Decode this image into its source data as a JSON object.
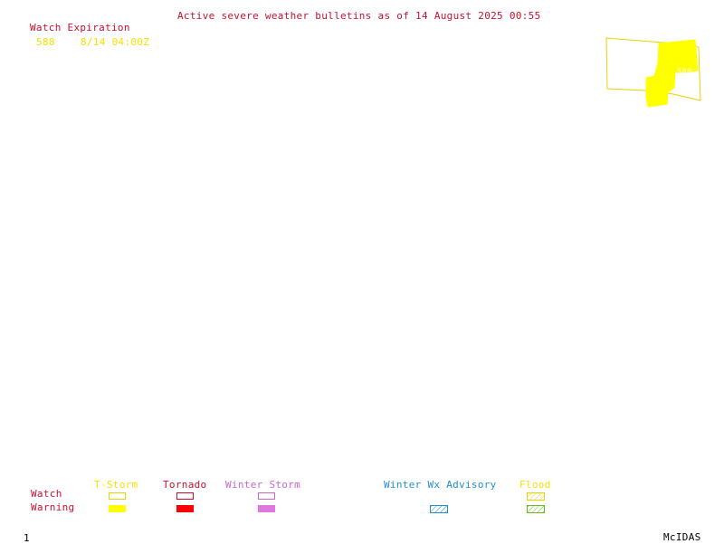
{
  "header": {
    "title": "Active severe weather bulletins as of 14 August 2025 00:55"
  },
  "watch_table": {
    "heading": "Watch Expiration",
    "rows": [
      {
        "id": "588",
        "expiration": "8/14 04:00Z"
      }
    ]
  },
  "map": {
    "watch_label": "588",
    "watch_type": "T-Storm",
    "colors": {
      "watch_fill": "#ffff00",
      "outline": "#e8d400"
    }
  },
  "legend": {
    "categories": [
      {
        "label": "T-Storm",
        "color": "#f5e100",
        "watch_style": "outline",
        "warning_style": "solid"
      },
      {
        "label": "Tornado",
        "color": "#ff0000",
        "watch_style": "outline",
        "warning_style": "solid"
      },
      {
        "label": "Winter Storm",
        "color": "#cc66cc",
        "watch_style": "outline",
        "warning_style": "solid"
      },
      {
        "label": "Winter Wx Advisory",
        "color": "#1f8fcf",
        "watch_style": "none",
        "warning_style": "hatched"
      },
      {
        "label": "Flood",
        "color": "#e8d400",
        "watch_style": "hatched",
        "warning_style": "hatched"
      }
    ],
    "row_labels": {
      "watch": "Watch",
      "warning": "Warning"
    }
  },
  "footer": {
    "frame_number": "1",
    "software": "McIDAS"
  }
}
